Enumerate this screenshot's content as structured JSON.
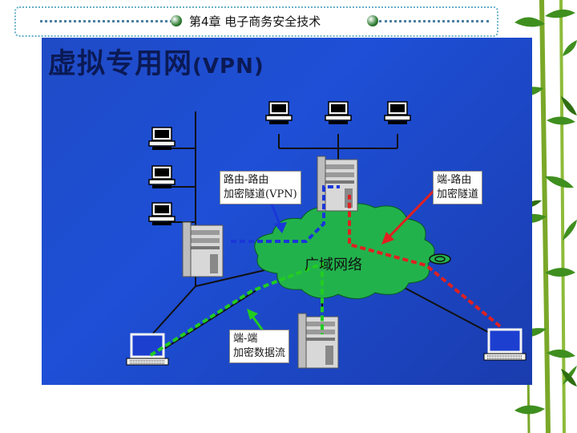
{
  "header": {
    "title": "第4章  电子商务安全技术"
  },
  "slide": {
    "title_main": "虚拟专用网",
    "title_suffix": "(VPN)",
    "cloud_label": "广域网络",
    "labels": {
      "router_router": {
        "line1": "路由-路由",
        "line2": "加密隧道(VPN)"
      },
      "end_router": {
        "line1": "端-路由",
        "line2": "加密隧道"
      },
      "end_end": {
        "line1": "端-端",
        "line2": "加密数据流"
      }
    }
  },
  "colors": {
    "slide_background": "#1e4fd6",
    "title_text": "#0b1a55",
    "tunnel_red": "#e02020",
    "stream_green": "#22cc22",
    "tunnel_blue": "#1a37d8",
    "network_lines": "#111111",
    "cloud": "#22b24c"
  }
}
